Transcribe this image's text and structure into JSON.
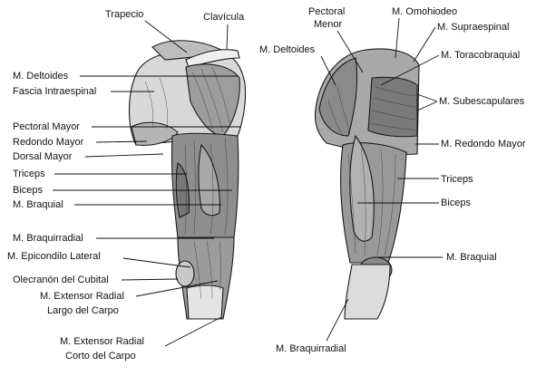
{
  "left_view": {
    "labels": [
      {
        "id": "trapecio",
        "text": "Trapecio"
      },
      {
        "id": "clavicula",
        "text": "Clavícula"
      },
      {
        "id": "deltoides",
        "text": "M. Deltoides"
      },
      {
        "id": "fascia",
        "text": "Fascia Intraespinal"
      },
      {
        "id": "pectoral-mayor",
        "text": "Pectoral Mayor"
      },
      {
        "id": "redondo-mayor",
        "text": "Redondo Mayor"
      },
      {
        "id": "dorsal-mayor",
        "text": "Dorsal Mayor"
      },
      {
        "id": "triceps",
        "text": "Triceps"
      },
      {
        "id": "biceps",
        "text": "Biceps"
      },
      {
        "id": "braquial",
        "text": "M. Braquial"
      },
      {
        "id": "braquirradial",
        "text": "M. Braquirradial"
      },
      {
        "id": "epicondilo",
        "text": "M. Epicondilo Lateral"
      },
      {
        "id": "olecranon",
        "text": "Olecranón del Cubital"
      },
      {
        "id": "extensor-largo-1",
        "text": "M. Extensor Radial"
      },
      {
        "id": "extensor-largo-2",
        "text": "Largo del Carpo"
      },
      {
        "id": "extensor-corto-1",
        "text": "M. Extensor Radial"
      },
      {
        "id": "extensor-corto-2",
        "text": "Corto del Carpo"
      }
    ]
  },
  "right_view": {
    "labels": [
      {
        "id": "pectoral-menor-1",
        "text": "Pectoral"
      },
      {
        "id": "pectoral-menor-2",
        "text": "Menor"
      },
      {
        "id": "omohiodeo",
        "text": "M. Omohiodeo"
      },
      {
        "id": "supraespinal",
        "text": "M. Supraespinal"
      },
      {
        "id": "deltoides",
        "text": "M. Deltoides"
      },
      {
        "id": "toracobraquial",
        "text": "M. Toracobraquial"
      },
      {
        "id": "subescapulares",
        "text": "M. Subescapulares"
      },
      {
        "id": "redondo-mayor",
        "text": "M. Redondo Mayor"
      },
      {
        "id": "triceps",
        "text": "Triceps"
      },
      {
        "id": "biceps",
        "text": "Biceps"
      },
      {
        "id": "braquial",
        "text": "M. Braquial"
      },
      {
        "id": "braquirradial",
        "text": "M. Braquirradial"
      }
    ]
  }
}
